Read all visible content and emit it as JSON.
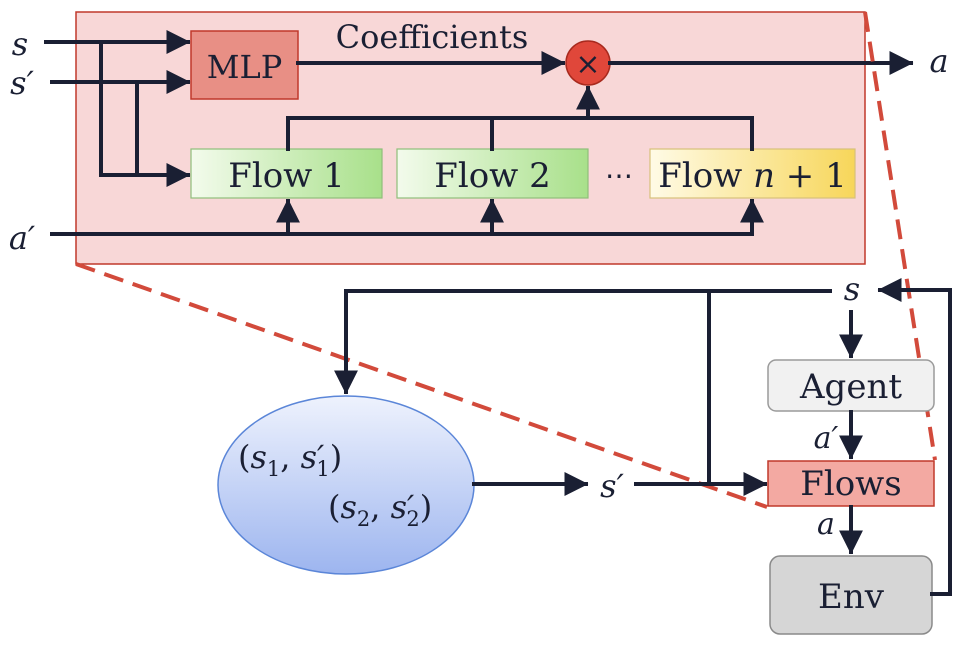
{
  "zoom_panel": {
    "coefficients_label": "Coefficients",
    "mlp_label": "MLP",
    "multiply_symbol": "×",
    "flow1_label": "Flow 1",
    "flow2_label": "Flow 2",
    "ellipsis": "⋯",
    "flown_prefix": "Flow ",
    "flown_var": "n",
    "flown_suffix": " + 1",
    "input_s": "s",
    "input_s_prime": "s′",
    "input_a_prime": "a′",
    "output_a": "a"
  },
  "loop": {
    "state_s": "s",
    "agent_label": "Agent",
    "action_a_prime": "a′",
    "flows_label": "Flows",
    "action_a": "a",
    "env_label": "Env",
    "goal_s_prime": "s′"
  },
  "dataset": {
    "pair1_open": "(",
    "pair1_s": "s",
    "pair1_sub": "1",
    "pair1_comma": ", ",
    "pair1_sp": "s′",
    "pair1_close": ")",
    "pair2_open": "(",
    "pair2_s": "s",
    "pair2_sub": "2",
    "pair2_comma": ", ",
    "pair2_sp": "s′",
    "pair2_close": ")"
  },
  "colors": {
    "line": "#1a1f33",
    "panel_fill": "#f8d7d7",
    "panel_border": "#c0392b",
    "mlp_fill": "#e88f85",
    "flows_fill": "#f3a9a2",
    "multiply_fill": "#e0473a",
    "dashed": "#d24a3b",
    "agent_fill": "#f1f1f1",
    "env_fill": "#d6d6d6",
    "dataset_top": "#e8eefc",
    "dataset_bottom": "#9eb7f0"
  }
}
